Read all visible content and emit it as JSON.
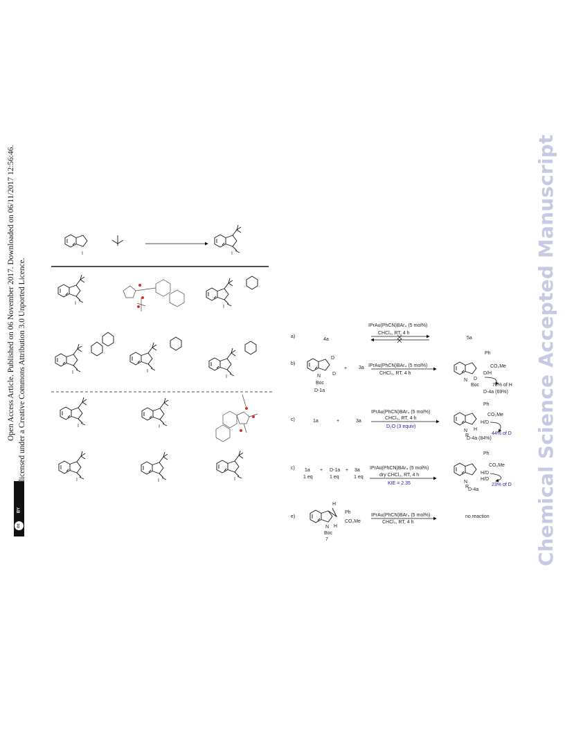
{
  "margin": {
    "line1": "Open Access Article. Published on 06 November 2017. Downloaded on 06/11/2017 12:56:46.",
    "line2": "This article is licensed under a Creative Commons Attribution 3.0 Unported Licence.",
    "license_badge": {
      "cc": "cc",
      "by": "BY"
    }
  },
  "watermark": "Chemical Science Accepted Manuscript",
  "scheme": {
    "a": {
      "label": "a)",
      "reactant": "4a",
      "product": "5a",
      "cond1": "IPrAu(PhCN)BAr₄ (5 mol%)",
      "cond2": "CHCl₃, RT, 4 h"
    },
    "b": {
      "label": "b)",
      "reactant": "D-1a",
      "reagent": "3a",
      "plus": "+",
      "cond1": "IPrAu(PhCN)BAr₄ (5 mol%)",
      "cond2": "CHCl₃, RT, 4 h",
      "atom_d1": "D",
      "atom_d2": "D",
      "n": "N",
      "boc": "Boc",
      "ph": "Ph",
      "ester": "CO₂Me",
      "dh": "D/H",
      "d_ring": "D",
      "note": "78% of H",
      "product": "D-4a (69%)"
    },
    "c": {
      "label": "c)",
      "reactant": "1a",
      "reagent": "3a",
      "plus": "+",
      "cond1": "IPrAu(PhCN)BAr₄ (5 mol%)",
      "cond2": "CHCl₃, RT, 4 h",
      "cond3": "D₂O (3 equiv)",
      "ph": "Ph",
      "ester": "CO₂Me",
      "n": "N",
      "r": "R",
      "h": "H",
      "hd": "H/D",
      "note": "44% of D",
      "product": "D-4a (84%)"
    },
    "d": {
      "label": "c)",
      "r1": "1a",
      "r2": "D-1a",
      "r3": "3a",
      "eq1": "1 eq",
      "eq2": "1 eq",
      "eq3": "1 eq",
      "plus": "+",
      "cond1": "IPrAu(PhCN)BAr₄ (5 mol%)",
      "cond2": "dry CHCl₃, RT, 4 h",
      "kie": "KIE = 2.35",
      "ph": "Ph",
      "ester": "CO₂Me",
      "n": "N",
      "r": "R",
      "hd1": "H/D",
      "hd2": "H/D",
      "note": "23% of D",
      "product": "D-4a"
    },
    "e": {
      "label": "e)",
      "reactant": "7",
      "cond1": "IPrAu(PhCN)BAr₄ (5 mol%)",
      "cond2": "CHCl₃, RT, 4 h",
      "result": "no reaction",
      "h1": "H",
      "h2": "H",
      "ph": "Ph",
      "ester": "CO₂Me",
      "n": "N",
      "boc": "Boc"
    }
  },
  "table": {
    "label_i": "I"
  },
  "colors": {
    "watermark": "#c8c9e3",
    "note_blue": "#1a1aa0",
    "heteroatom_red": "#d03030"
  }
}
